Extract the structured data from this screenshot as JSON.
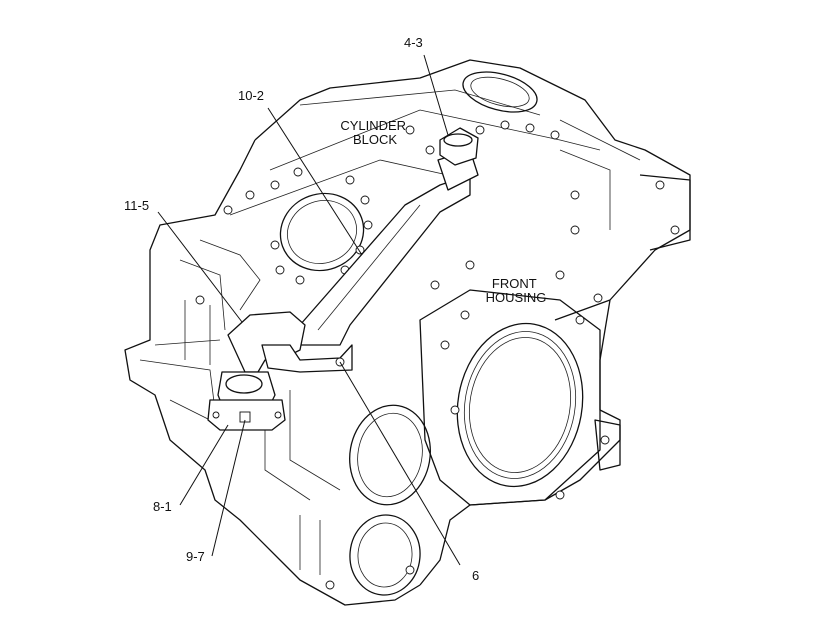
{
  "diagram": {
    "labels": {
      "cylinder_block_line1": "CYLINDER",
      "cylinder_block_line2": "BLOCK",
      "front_housing_line1": "FRONT",
      "front_housing_line2": "HOUSING"
    },
    "callouts": [
      {
        "id": "4-3"
      },
      {
        "id": "10-2"
      },
      {
        "id": "11-5"
      },
      {
        "id": "8-1"
      },
      {
        "id": "9-7"
      },
      {
        "id": "6"
      }
    ]
  }
}
